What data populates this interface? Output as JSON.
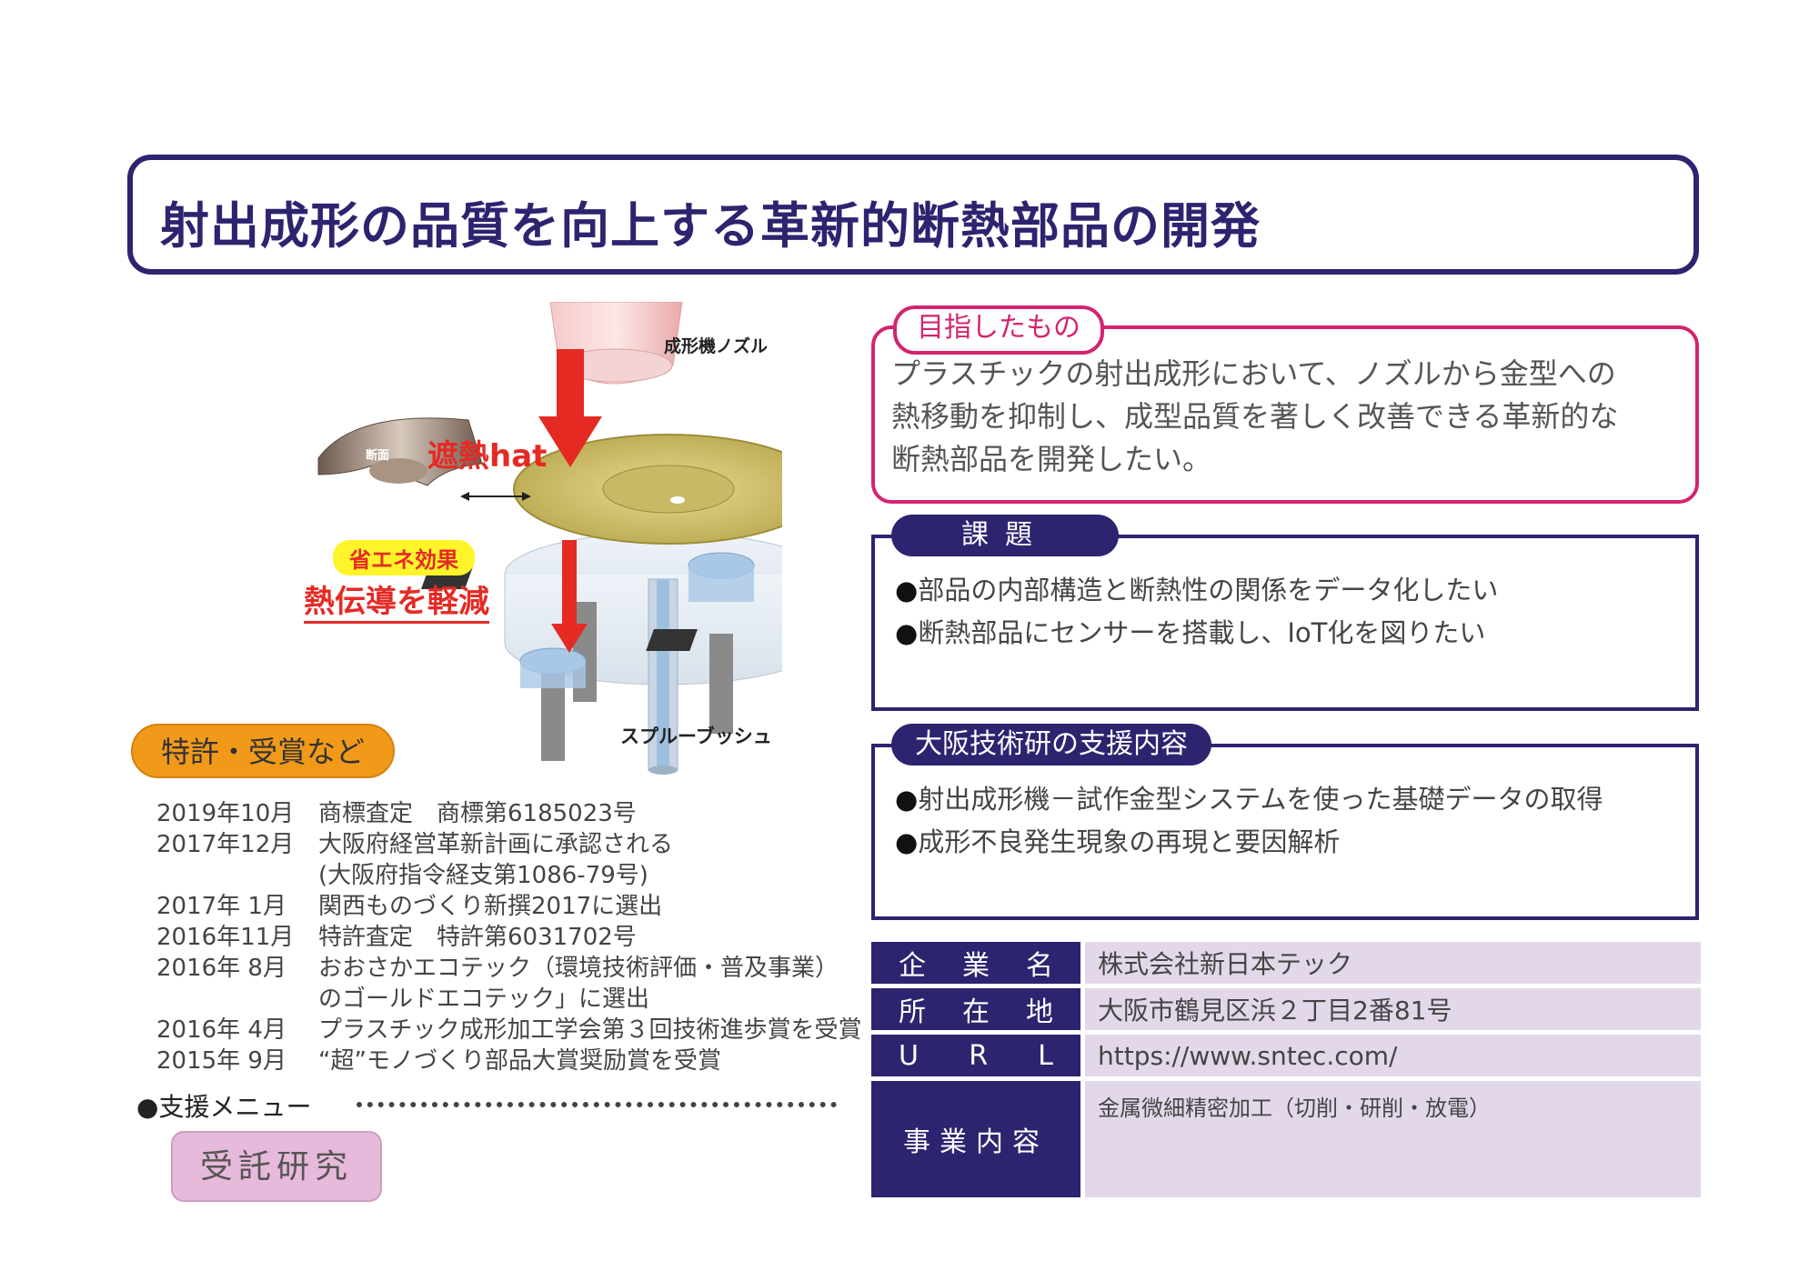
{
  "title": "射出成形の品質を向上する革新的断熱部品の開発",
  "illustration": {
    "nozzle_label": "成形機ノズル",
    "hat_label": "遮熱hat",
    "section_label": "断面",
    "energy_label": "省エネ効果",
    "conduction_label": "熱伝導を軽減",
    "sprue_label": "スプルーブッシュ"
  },
  "patents": {
    "heading": "特許・受賞など",
    "items": [
      {
        "date": "2019年10月",
        "text": "商標査定　商標第6185023号"
      },
      {
        "date": "2017年12月",
        "text": "大阪府経営革新計画に承認される"
      },
      {
        "date": "",
        "text": "(大阪府指令経支第1086-79号)"
      },
      {
        "date": "2017年 1月",
        "text": "関西ものづくり新撰2017に選出"
      },
      {
        "date": "2016年11月",
        "text": "特許査定　特許第6031702号"
      },
      {
        "date": "2016年 8月",
        "text": "おおさかエコテック（環境技術評価・普及事業）"
      },
      {
        "date": "",
        "text": "のゴールドエコテック」に選出"
      },
      {
        "date": "2016年 4月",
        "text": "プラスチック成形加工学会第３回技術進歩賞を受賞"
      },
      {
        "date": "2015年 9月",
        "text": "“超”モノづくり部品大賞奨励賞を受賞"
      }
    ]
  },
  "support_menu": {
    "bullet": "●",
    "label": "支援メニュー",
    "item": "受託研究"
  },
  "goal": {
    "heading": "目指したもの",
    "lines": [
      "プラスチックの射出成形において、ノズルから金型への",
      "熱移動を抑制し、成型品質を著しく改善できる革新的な",
      "断熱部品を開発したい。"
    ]
  },
  "issues": {
    "heading": "課題",
    "bullet": "●",
    "items": [
      "部品の内部構造と断熱性の関係をデータ化したい",
      "断熱部品にセンサーを搭載し、IoT化を図りたい"
    ]
  },
  "support": {
    "heading": "大阪技術研の支援内容",
    "bullet": "●",
    "items": [
      "射出成形機－試作金型システムを使った基礎データの取得",
      "成形不良発生現象の再現と要因解析"
    ]
  },
  "company": {
    "name_key": [
      "企",
      "業",
      "名"
    ],
    "name": "株式会社新日本テック",
    "address_key": [
      "所",
      "在",
      "地"
    ],
    "address": "大阪市鶴見区浜２丁目2番81号",
    "url_key": [
      "U",
      "R",
      "L"
    ],
    "url": "https://www.sntec.com/",
    "business_key": "事業内容",
    "business": "金属微細精密加工（切削・研削・放電）"
  },
  "colors": {
    "navy": "#2d2470",
    "magenta": "#d4246f",
    "orange": "#f19a1a",
    "pink": "#e7b9db",
    "lavender": "#e3d8ea",
    "red": "#e52a24"
  }
}
